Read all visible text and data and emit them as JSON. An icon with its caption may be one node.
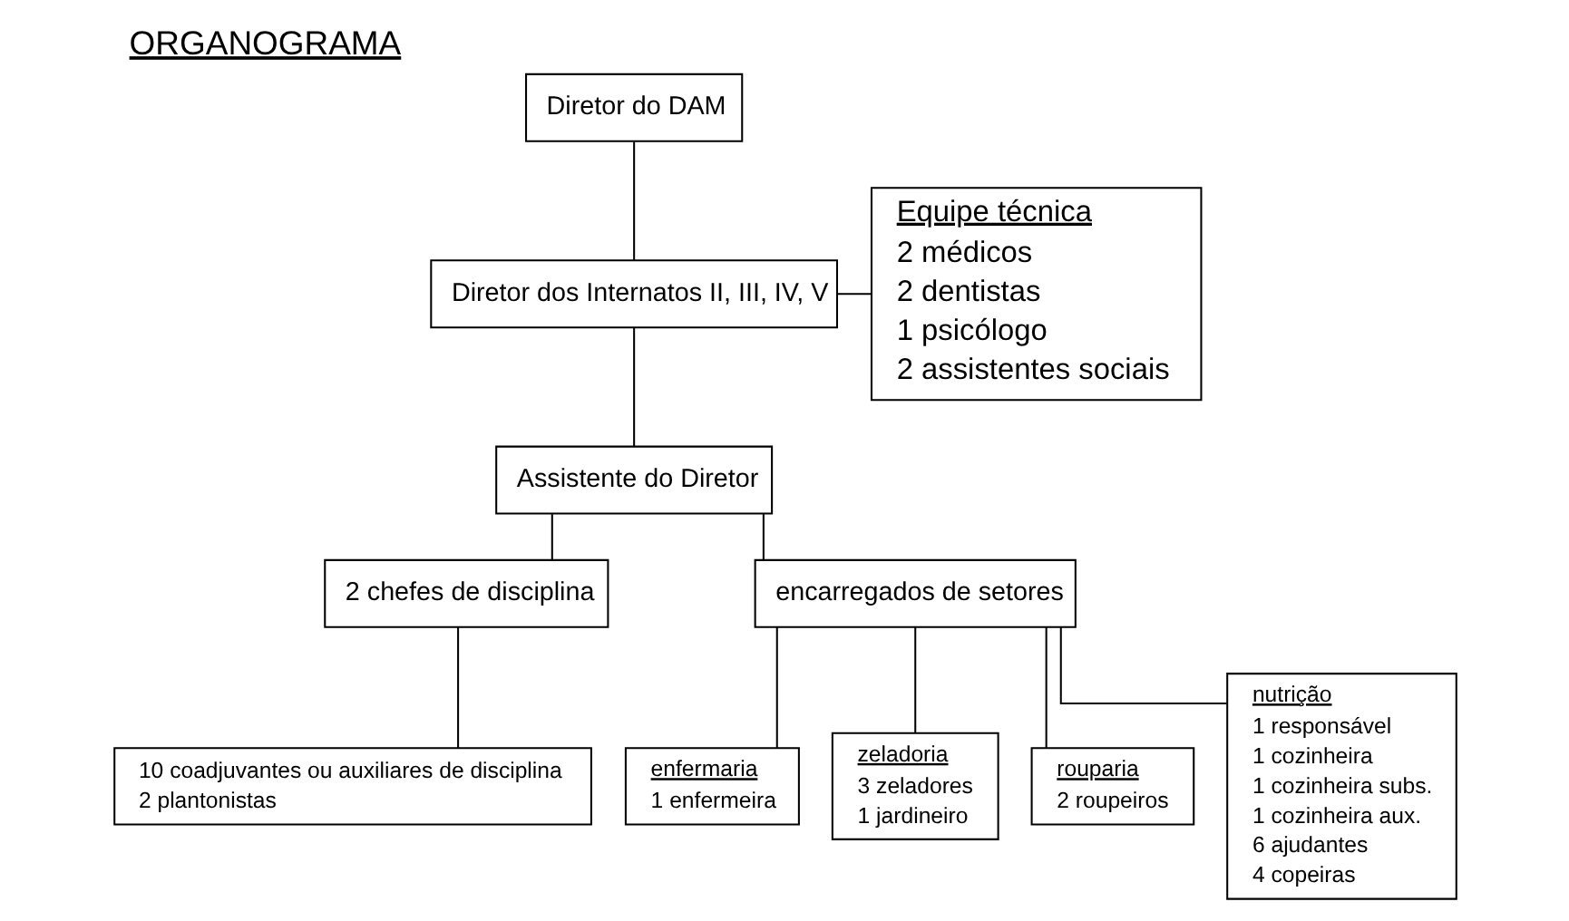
{
  "diagram": {
    "title": "ORGANOGRAMA",
    "nodes": [
      {
        "text": [
          "Diretor do DAM"
        ]
      },
      {
        "text": [
          "Diretor dos Internatos II, III, IV, V"
        ]
      },
      {
        "text": [
          "Equipe técnica",
          "2 médicos",
          "2 dentistas",
          "1 psicólogo",
          "2 assistentes sociais"
        ]
      },
      {
        "text": [
          "Assistente do Diretor"
        ]
      },
      {
        "text": [
          "2 chefes de disciplina"
        ]
      },
      {
        "text": [
          "encarregados de setores"
        ]
      },
      {
        "text": [
          "10 coadjuvantes ou auxiliares de disciplina",
          "2 plantonistas"
        ]
      },
      {
        "text": [
          "enfermaria",
          "1 enfermeira"
        ]
      },
      {
        "text": [
          "zeladoria",
          "3 zeladores",
          "1 jardineiro"
        ]
      },
      {
        "text": [
          "rouparia",
          "2 roupeiros"
        ]
      },
      {
        "text": [
          "nutrição",
          "1 responsável",
          "1 cozinheira",
          "1 cozinheira subs.",
          "1 cozinheira aux.",
          "6 ajudantes",
          "4 copeiras"
        ]
      }
    ],
    "edges": [
      {
        "from": 0,
        "to": 1,
        "arrow": "none"
      },
      {
        "from": 1,
        "to": 2,
        "arrow": "none"
      },
      {
        "from": 1,
        "to": 3,
        "arrow": "none"
      },
      {
        "from": 3,
        "to": 4,
        "arrow": "none"
      },
      {
        "from": 3,
        "to": 5,
        "arrow": "none"
      },
      {
        "from": 4,
        "to": 6,
        "arrow": "none"
      },
      {
        "from": 5,
        "to": 7,
        "arrow": "none"
      },
      {
        "from": 5,
        "to": 8,
        "arrow": "none"
      },
      {
        "from": 5,
        "to": 9,
        "arrow": "none"
      },
      {
        "from": 5,
        "to": 10,
        "arrow": "none"
      }
    ]
  }
}
